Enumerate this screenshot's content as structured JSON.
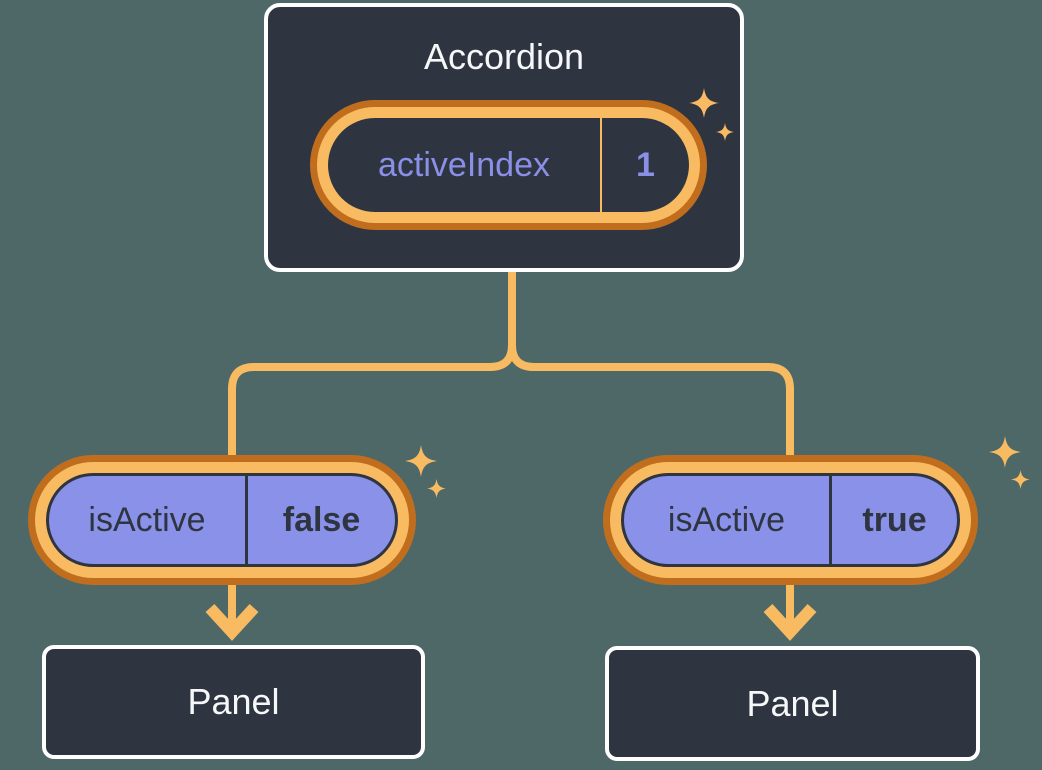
{
  "diagram": {
    "root": {
      "title": "Accordion",
      "state": {
        "label": "activeIndex",
        "value": "1"
      }
    },
    "branches": [
      {
        "prop": {
          "label": "isActive",
          "value": "false"
        },
        "panel": {
          "title": "Panel"
        }
      },
      {
        "prop": {
          "label": "isActive",
          "value": "true"
        },
        "panel": {
          "title": "Panel"
        }
      }
    ]
  },
  "icons": {
    "sparkle": "sparkle-icon"
  },
  "colors": {
    "background": "#4E6868",
    "card_fill": "#2F3540",
    "card_border": "#FFFFFF",
    "pill_ring_outer": "#C06E1E",
    "pill_ring_inner": "#F9BB62",
    "pill_fill_purple": "#8A91E8",
    "connector": "#F9BB62",
    "sparkle": "#F9BB62",
    "title_text": "#F6F7F9",
    "state_text": "#8A90E8",
    "prop_text": "#2F3540"
  }
}
